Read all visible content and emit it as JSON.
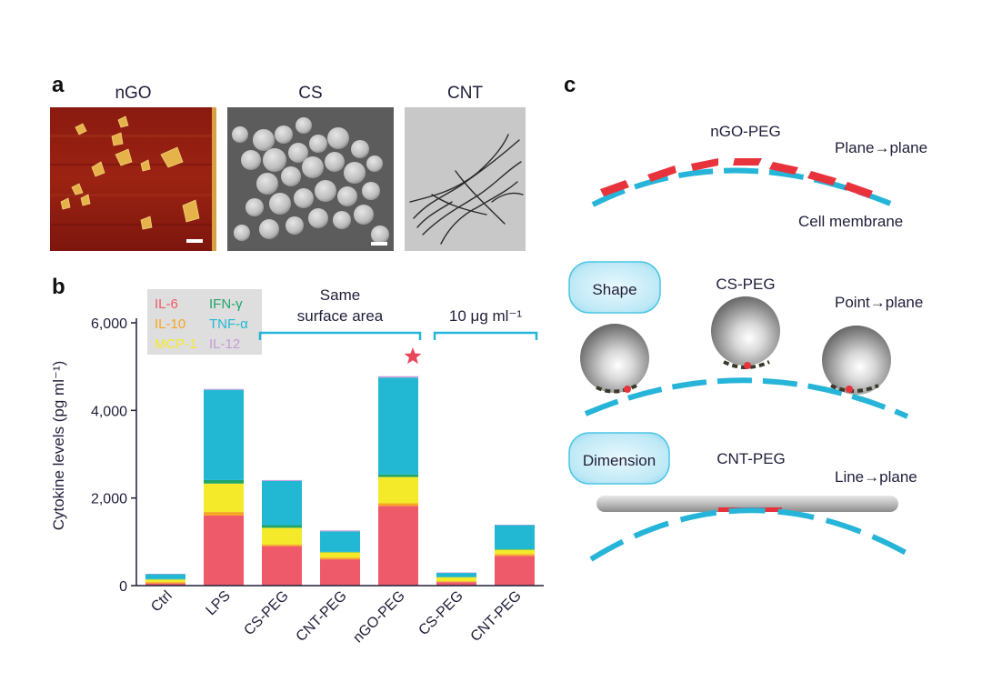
{
  "panels": {
    "a": {
      "letter": "a",
      "images": [
        {
          "title": "nGO"
        },
        {
          "title": "CS"
        },
        {
          "title": "CNT"
        }
      ]
    },
    "b": {
      "letter": "b"
    },
    "c": {
      "letter": "c",
      "rows": [
        {
          "label": "nGO-PEG",
          "mode": "Plane→plane",
          "membrane": "Cell membrane"
        },
        {
          "label": "CS-PEG",
          "mode": "Point→plane",
          "button": "Shape"
        },
        {
          "label": "CNT-PEG",
          "mode": "Line→plane",
          "button": "Dimension"
        }
      ]
    }
  },
  "chart_data": {
    "type": "bar",
    "stacked": true,
    "ylabel": "Cytokine levels (pg ml⁻¹)",
    "ylim": [
      0,
      6000
    ],
    "yticks": [
      "0",
      "2,000",
      "4,000",
      "6,000"
    ],
    "categories": [
      "Ctrl",
      "LPS",
      "CS-PEG",
      "CNT-PEG",
      "nGO-PEG",
      "CS-PEG",
      "CNT-PEG"
    ],
    "series": [
      {
        "name": "IL-6",
        "color": "#ef5a6a",
        "values": [
          50,
          1600,
          900,
          600,
          1820,
          80,
          680
        ]
      },
      {
        "name": "IL-10",
        "color": "#f6a623",
        "values": [
          30,
          80,
          40,
          40,
          60,
          20,
          40
        ]
      },
      {
        "name": "MCP-1",
        "color": "#f4ea2a",
        "values": [
          60,
          650,
          380,
          120,
          600,
          90,
          100
        ]
      },
      {
        "name": "IFN-γ",
        "color": "#1fa56a",
        "values": [
          10,
          80,
          60,
          10,
          60,
          10,
          10
        ]
      },
      {
        "name": "TNF-α",
        "color": "#22b8d4",
        "values": [
          110,
          2060,
          1010,
          470,
          2210,
          90,
          550
        ]
      },
      {
        "name": "IL-12",
        "color": "#c89ad8",
        "values": [
          10,
          20,
          20,
          20,
          30,
          10,
          10
        ]
      }
    ],
    "groups": [
      {
        "label": "Same surface area",
        "from": 2,
        "to": 4
      },
      {
        "label": "10 μg ml⁻¹",
        "from": 5,
        "to": 6
      }
    ],
    "annotations": [
      {
        "category_index": 4,
        "marker": "star",
        "color": "#e8475a"
      }
    ],
    "legend_placement": "top-left",
    "grid": false
  }
}
